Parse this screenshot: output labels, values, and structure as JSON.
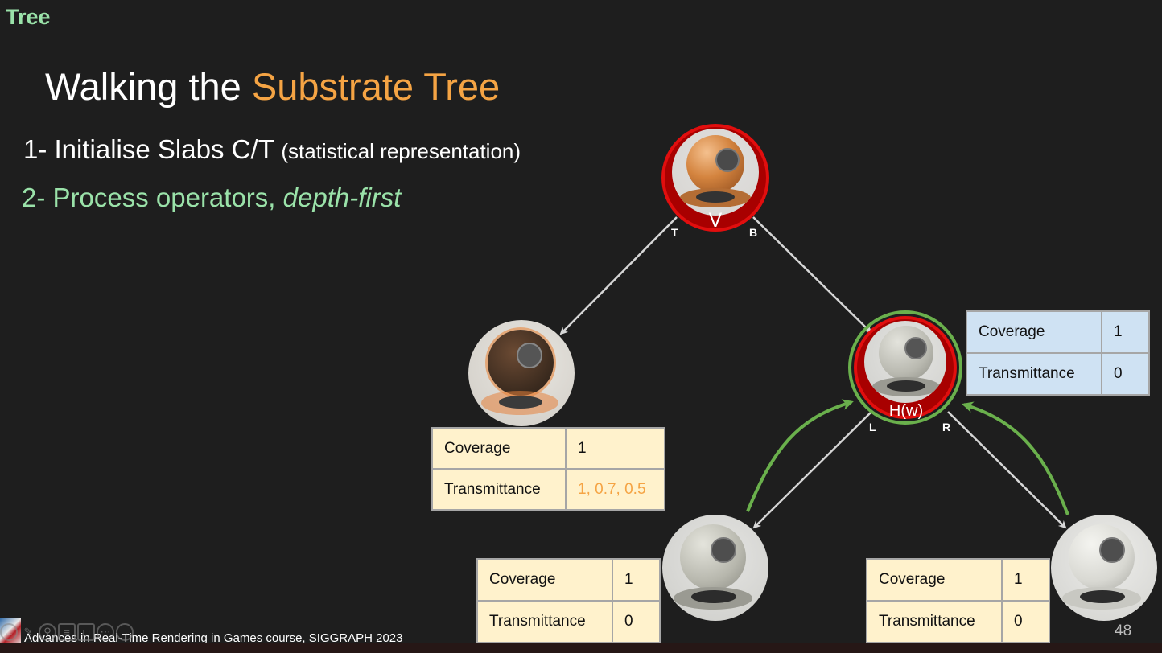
{
  "section_label": "Tree",
  "title": {
    "prefix": "Walking the ",
    "accent": "Substrate Tree",
    "accent_color": "#f5a444"
  },
  "bullets": [
    {
      "main": "1- Initialise Slabs C/T ",
      "note": "(statistical representation)",
      "color": "#ffffff"
    },
    {
      "main": "2- Process operators, ",
      "emphasis": "depth-first",
      "color": "#9ae2a9"
    }
  ],
  "tree": {
    "root": {
      "operator": "V",
      "material": "copper",
      "edge_labels": {
        "left": "T",
        "right": "B"
      }
    },
    "left_child": {
      "material": "orange-translucent",
      "table": {
        "rows": [
          {
            "label": "Coverage",
            "value": "1"
          },
          {
            "label": "Transmittance",
            "value": "1, 0.7, 0.5",
            "value_color": "#f5a444"
          }
        ]
      }
    },
    "right_child": {
      "operator": "H(w)",
      "material": "grey-fabric",
      "edge_labels": {
        "left": "L",
        "right": "R"
      },
      "highlight_color": "#6ab04c",
      "table": {
        "rows": [
          {
            "label": "Coverage",
            "value": "1"
          },
          {
            "label": "Transmittance",
            "value": "0"
          }
        ]
      }
    },
    "leaf_left": {
      "material": "grey-fabric",
      "table": {
        "rows": [
          {
            "label": "Coverage",
            "value": "1"
          },
          {
            "label": "Transmittance",
            "value": "0"
          }
        ]
      }
    },
    "leaf_right": {
      "material": "white-plastic",
      "table": {
        "rows": [
          {
            "label": "Coverage",
            "value": "1"
          },
          {
            "label": "Transmittance",
            "value": "0"
          }
        ]
      }
    }
  },
  "footer": {
    "text": "Advances in Real-Time Rendering in Games course, SIGGRAPH 2023",
    "page_number": "48"
  },
  "player_controls": [
    "back-icon",
    "pen-icon",
    "zoom-icon",
    "subtitles-icon",
    "screen-icon",
    "more-icon",
    "forward-icon"
  ],
  "colors": {
    "background": "#1e1e1e",
    "green": "#9ae2a9",
    "orange": "#f5a444",
    "operator_red": "#b00000",
    "traversal_green": "#6ab04c",
    "table_yellow": "#fff2cc",
    "table_blue": "#cfe2f3"
  }
}
